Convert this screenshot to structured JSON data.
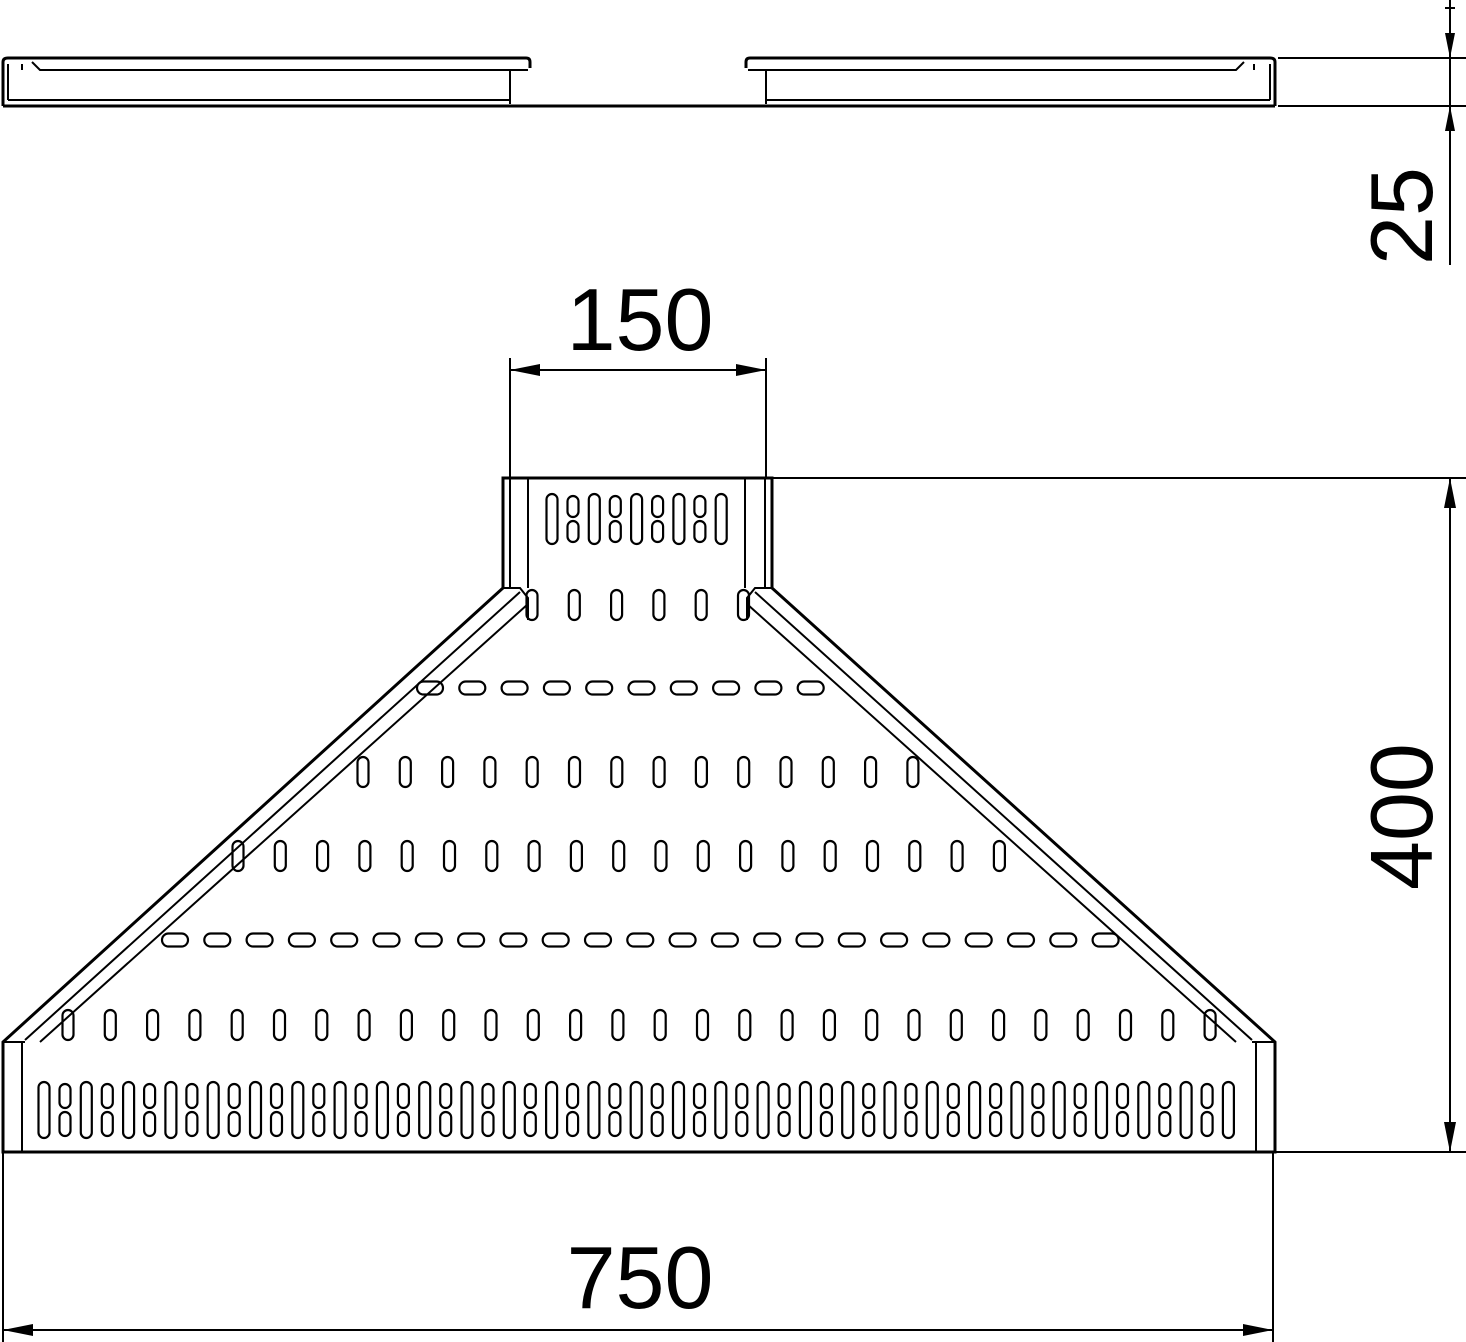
{
  "drawing": {
    "dimensions": {
      "height_label": "25",
      "top_width_label": "150",
      "length_label": "400",
      "bottom_width_label": "750"
    }
  }
}
